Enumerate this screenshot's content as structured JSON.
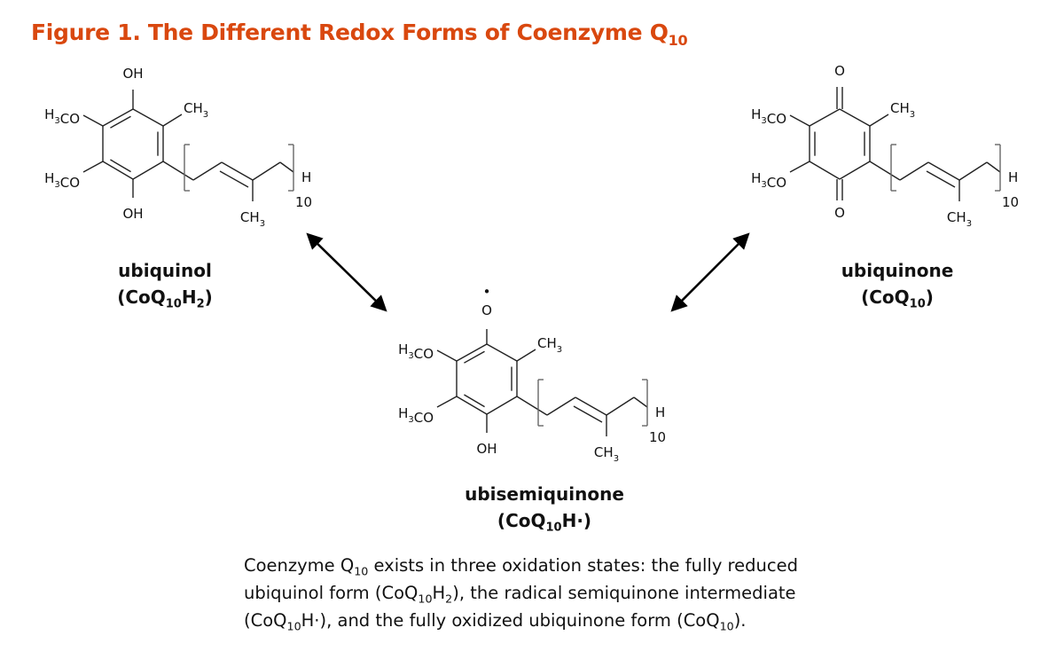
{
  "title": {
    "text": "Figure 1. The Different Redox Forms of Coenzyme Q",
    "sub": "10",
    "color": "#D9480F"
  },
  "atoms": {
    "oh": "OH",
    "o": "O",
    "radical": "•",
    "h": "H",
    "co": "CO",
    "ch": "CH",
    "sub3": "3",
    "repeat": "10"
  },
  "molecules": [
    {
      "name": "ubiquinol",
      "formula": [
        [
          "(CoQ",
          ""
        ],
        [
          "",
          "10"
        ],
        [
          "H",
          ""
        ],
        [
          "",
          "2"
        ],
        [
          ")",
          ""
        ]
      ]
    },
    {
      "name": "ubisemiquinone",
      "formula": [
        [
          "(CoQ",
          ""
        ],
        [
          "",
          "10"
        ],
        [
          "H·)",
          ""
        ]
      ]
    },
    {
      "name": "ubiquinone",
      "formula": [
        [
          "(CoQ",
          ""
        ],
        [
          "",
          "10"
        ],
        [
          ")",
          ""
        ]
      ]
    }
  ],
  "caption": [
    [
      "Coenzyme Q",
      ""
    ],
    [
      "",
      "10"
    ],
    [
      " exists in three oxidation states: the fully reduced ubiquinol form (CoQ",
      ""
    ],
    [
      "",
      "10"
    ],
    [
      "H",
      ""
    ],
    [
      "",
      "2"
    ],
    [
      "), the radical semiquinone intermediate (CoQ",
      ""
    ],
    [
      "",
      "10"
    ],
    [
      "H·), and the fully oxidized ubiquinone form (CoQ",
      ""
    ],
    [
      "",
      "10"
    ],
    [
      ").",
      ""
    ]
  ]
}
